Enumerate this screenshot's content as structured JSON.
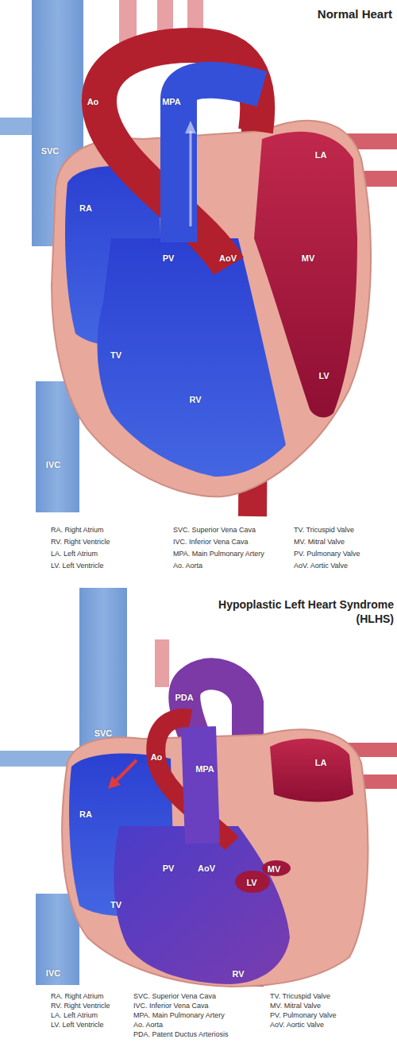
{
  "diagram": {
    "labels": [
      "Normal Heart",
      "Ao",
      "MPA",
      "SVC",
      "LA",
      "RA",
      "PV",
      "AoV",
      "MV",
      "TV",
      "LV",
      "RV",
      "IVC",
      "RA. Right Atrium",
      "SVC. Superior Vena Cava",
      "TV. Tricuspid Valve",
      "RV. Right Ventricle",
      "IVC. Inferior Vena Cava",
      "MV. Mitral Valve",
      "LA. Left Atrium",
      "MPA. Main Pulmonary Artery",
      "PV. Pulmonary Valve",
      "LV. Left Ventricle",
      "Ao. Aorta",
      "AoV. Aortic Valve",
      "Hypoplastic Left Heart Syndrome (HLHS)",
      "PDA",
      "SVC",
      "Ao",
      "MPA",
      "LA",
      "RA",
      "PV",
      "AoV",
      "MV",
      "LV",
      "TV",
      "RV",
      "IVC",
      "RA. Right Atrium",
      "SVC. Superior Vena Cava",
      "TV. Tricuspid Valve",
      "RV. Right Ventricle",
      "IVC. Inferior Vena Cava",
      "MV. Mitral Valve",
      "LA. Left Atrium",
      "MPA. Main Pulmonary Artery",
      "PV. Pulmonary Valve",
      "LV. Left Ventricle",
      "Ao. Aorta",
      "AoV. Aortic Valve",
      "PDA. Patent Ductus Arteriosis"
    ]
  }
}
